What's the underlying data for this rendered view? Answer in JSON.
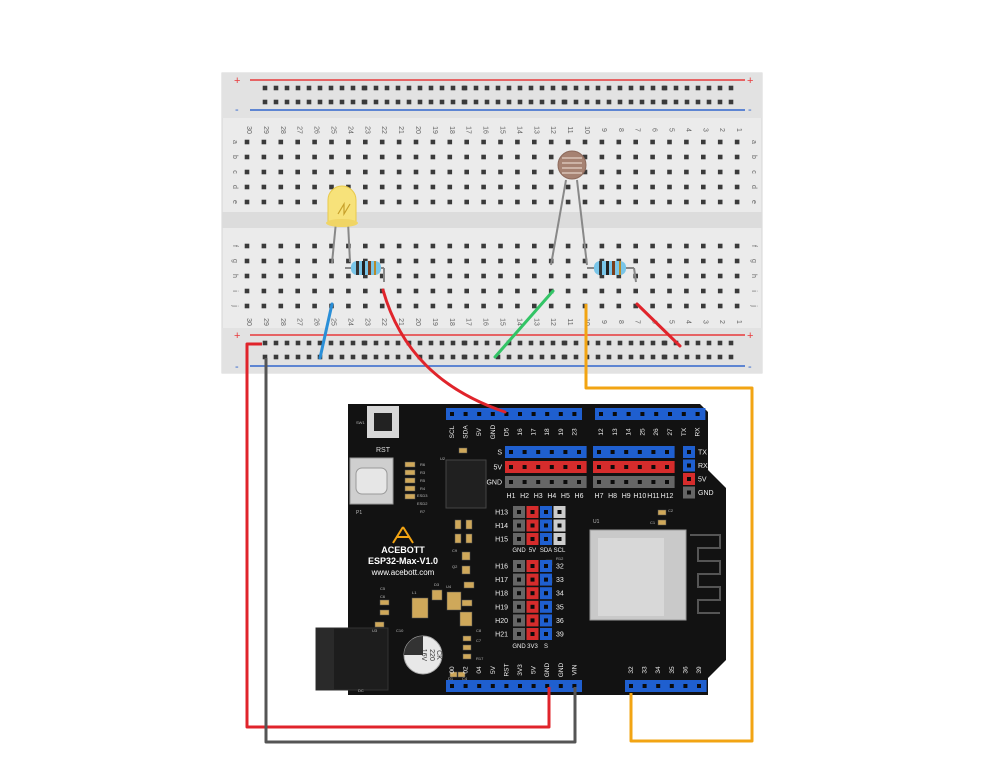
{
  "breadboard": {
    "plus_sign": "+",
    "minus_sign": "-",
    "columns": [
      "30",
      "29",
      "28",
      "27",
      "26",
      "25",
      "24",
      "23",
      "22",
      "21",
      "20",
      "19",
      "18",
      "17",
      "16",
      "15",
      "14",
      "13",
      "12",
      "11",
      "10",
      "9",
      "8",
      "7",
      "6",
      "5",
      "4",
      "3",
      "2",
      "1"
    ],
    "rows_top": [
      "a",
      "b",
      "c",
      "d",
      "e"
    ],
    "rows_bottom": [
      "f",
      "g",
      "h",
      "i",
      "j"
    ]
  },
  "board": {
    "brand": "ACEBOTT",
    "model": "ESP32-Max-V1.0",
    "url": "www.acebott.com",
    "rst_label": "RST",
    "sw_label": "SW1",
    "p1_label": "P1",
    "dc_label": "DC",
    "u1_label": "U1",
    "cap_text": [
      "220",
      "16V",
      "CK"
    ],
    "small_labels": [
      "R6",
      "R3",
      "R5",
      "R4",
      "ESD3",
      "ESD2",
      "R7",
      "U2",
      "C9",
      "Q2",
      "C5",
      "C6",
      "L1",
      "D3",
      "U3",
      "U4",
      "C10",
      "C8",
      "C7",
      "R17",
      "C2",
      "C1",
      "D1",
      "C4",
      "R12"
    ],
    "top_header_left_labels": [
      "SCL",
      "SDA",
      "5V",
      "GND",
      "D5",
      "16",
      "17",
      "18",
      "19",
      "23"
    ],
    "top_header_right_labels": [
      "12",
      "13",
      "14",
      "25",
      "26",
      "27",
      "TX",
      "RX"
    ],
    "row_labels": [
      "S",
      "5V",
      "GND"
    ],
    "h_labels_left": [
      "H1",
      "H2",
      "H3",
      "H4",
      "H5",
      "H6"
    ],
    "h_labels_right": [
      "H7",
      "H8",
      "H9",
      "H10",
      "H11",
      "H12"
    ],
    "right_col_labels": [
      "TX",
      "RX",
      "5V",
      "GND"
    ],
    "mid_h_labels": [
      "H13",
      "H14",
      "H15"
    ],
    "mid_bottom_labels": [
      "GND",
      "5V",
      "SDA",
      "SCL"
    ],
    "lower_h_labels": [
      "H16",
      "H17",
      "H18",
      "H19",
      "H20",
      "H21"
    ],
    "lower_num_labels": [
      "32",
      "33",
      "34",
      "35",
      "36",
      "39"
    ],
    "lower_bottom_labels": [
      "GND",
      "3V3",
      "S"
    ],
    "bottom_header_left_labels": [
      "00",
      "02",
      "04",
      "5V",
      "RST",
      "3V3",
      "5V",
      "GND",
      "GND",
      "VIN"
    ],
    "bottom_header_right_labels": [
      "32",
      "33",
      "34",
      "35",
      "36",
      "39"
    ]
  },
  "colors": {
    "breadboard": "#e8e8e8",
    "hole": "#3a3a3a",
    "rail_red": "#e8393b",
    "rail_blue": "#3366cc",
    "board": "#111111",
    "header_blue": "#1f5fcf",
    "header_red": "#d62c2c",
    "header_gray": "#666666",
    "wire_red": "#e0242b",
    "wire_gray": "#555555",
    "wire_orange": "#f2a413",
    "wire_blue": "#2a8fd8",
    "wire_green": "#33c466"
  }
}
